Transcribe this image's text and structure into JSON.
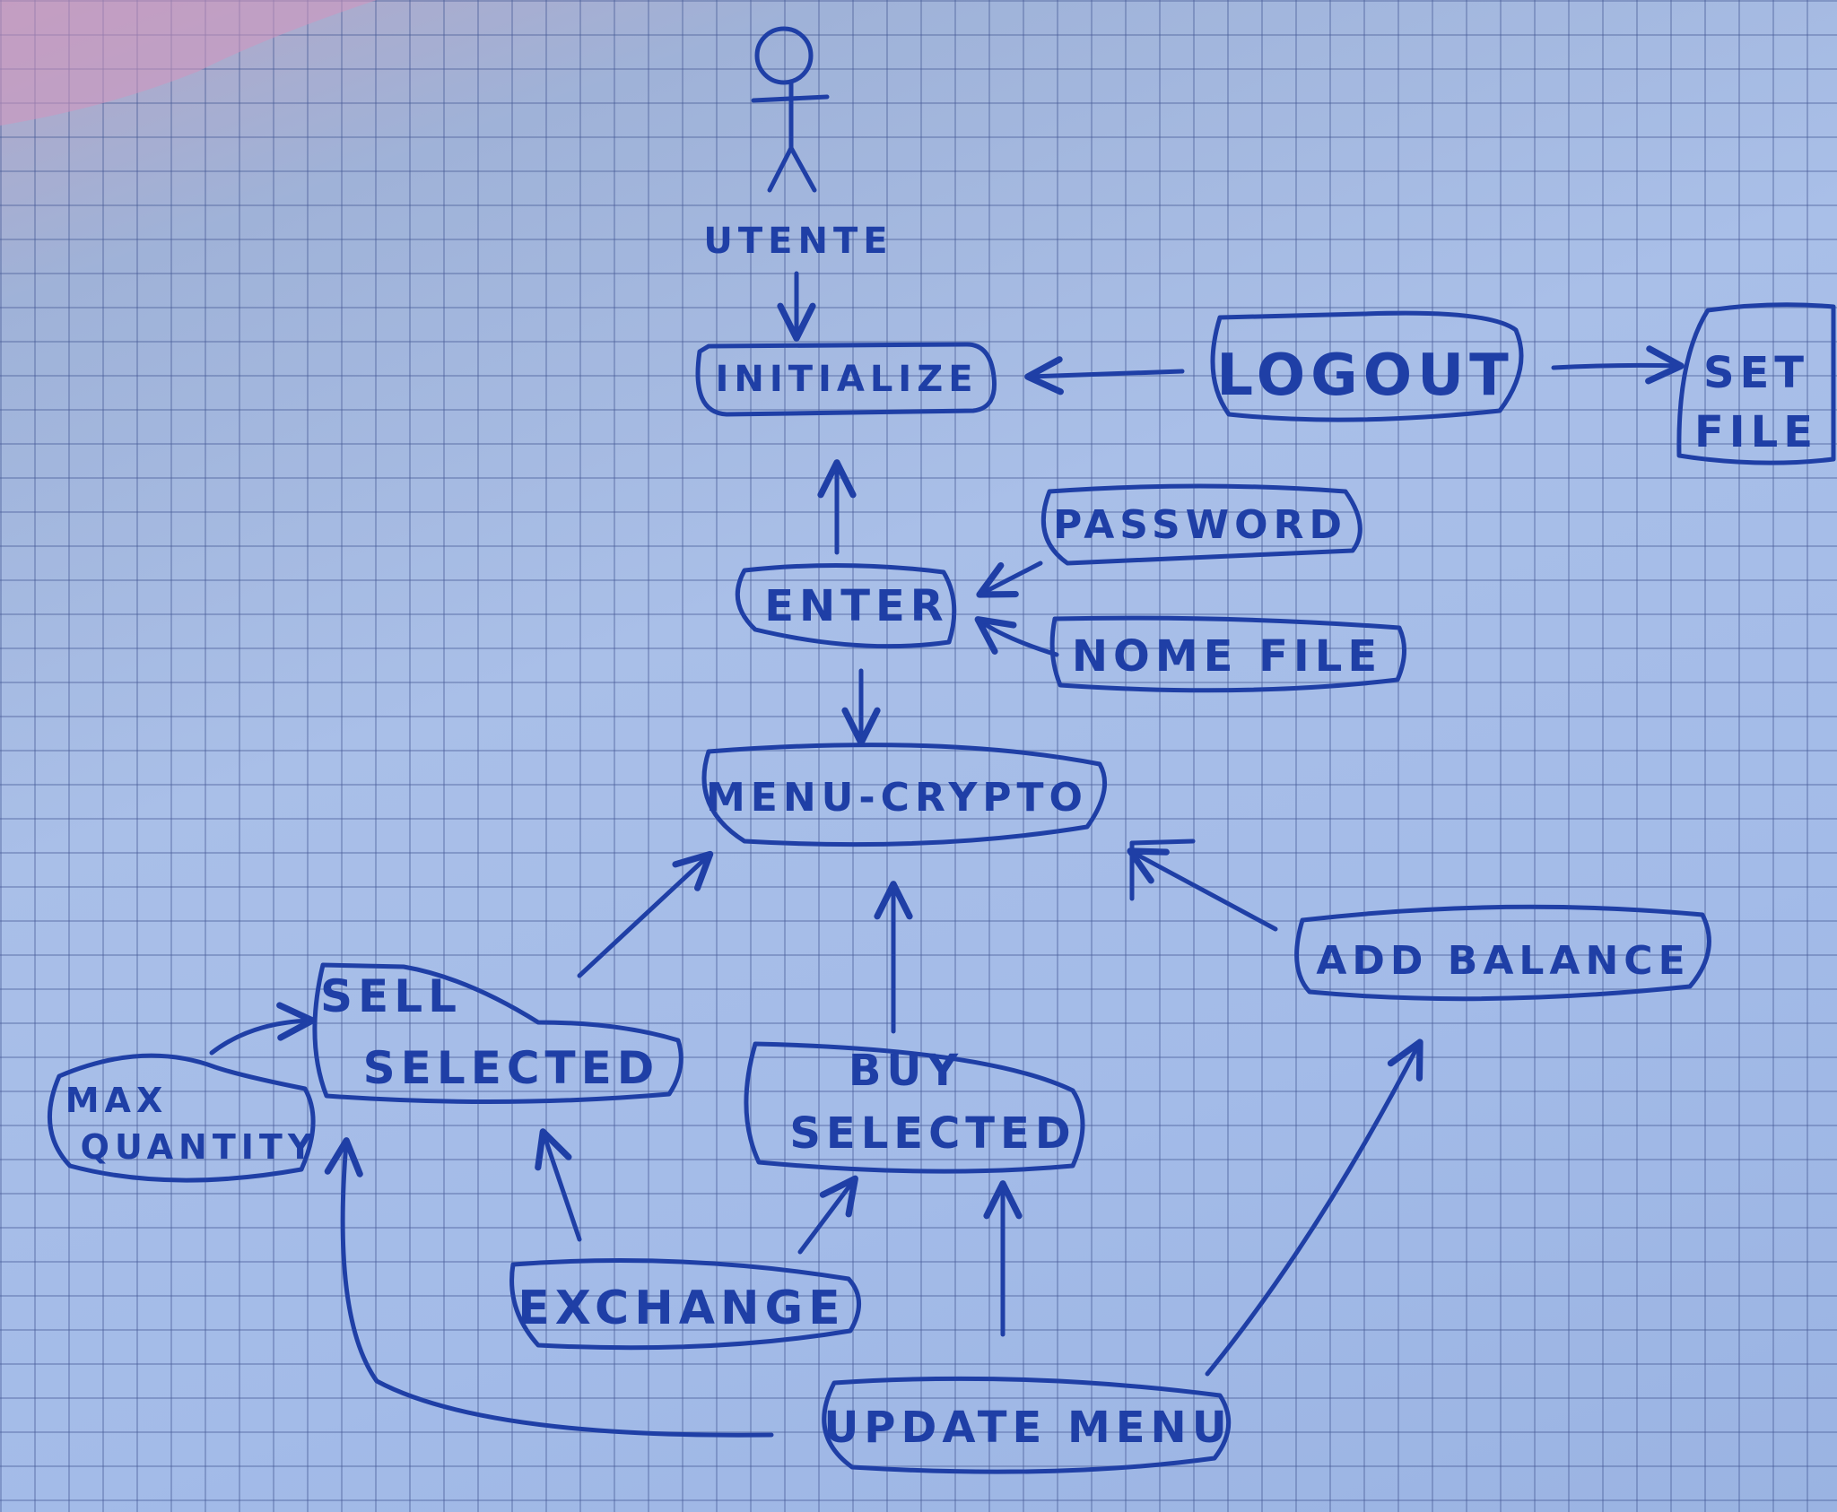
{
  "diagram": {
    "actor": "UTENTE",
    "nodes": {
      "initialize": "INITIALIZE",
      "logout": "LOGOUT",
      "set_file_line1": "SET",
      "set_file_line2": "FILE",
      "password": "PASSWORD",
      "enter": "ENTER",
      "nome_file": "NOME FILE",
      "menu_crypto": "MENU-CRYPTO",
      "add_balance": "ADD BALANCE",
      "sell_line1": "SELL",
      "sell_line2": "SELECTED",
      "max_line1": "MAX",
      "max_line2": "QUANTITY",
      "buy_line1": "BUY",
      "buy_line2": "SELECTED",
      "exchange": "EXCHANGE",
      "update_menu": "UPDATE MENU"
    },
    "ink_color": "#1f3fa6"
  }
}
